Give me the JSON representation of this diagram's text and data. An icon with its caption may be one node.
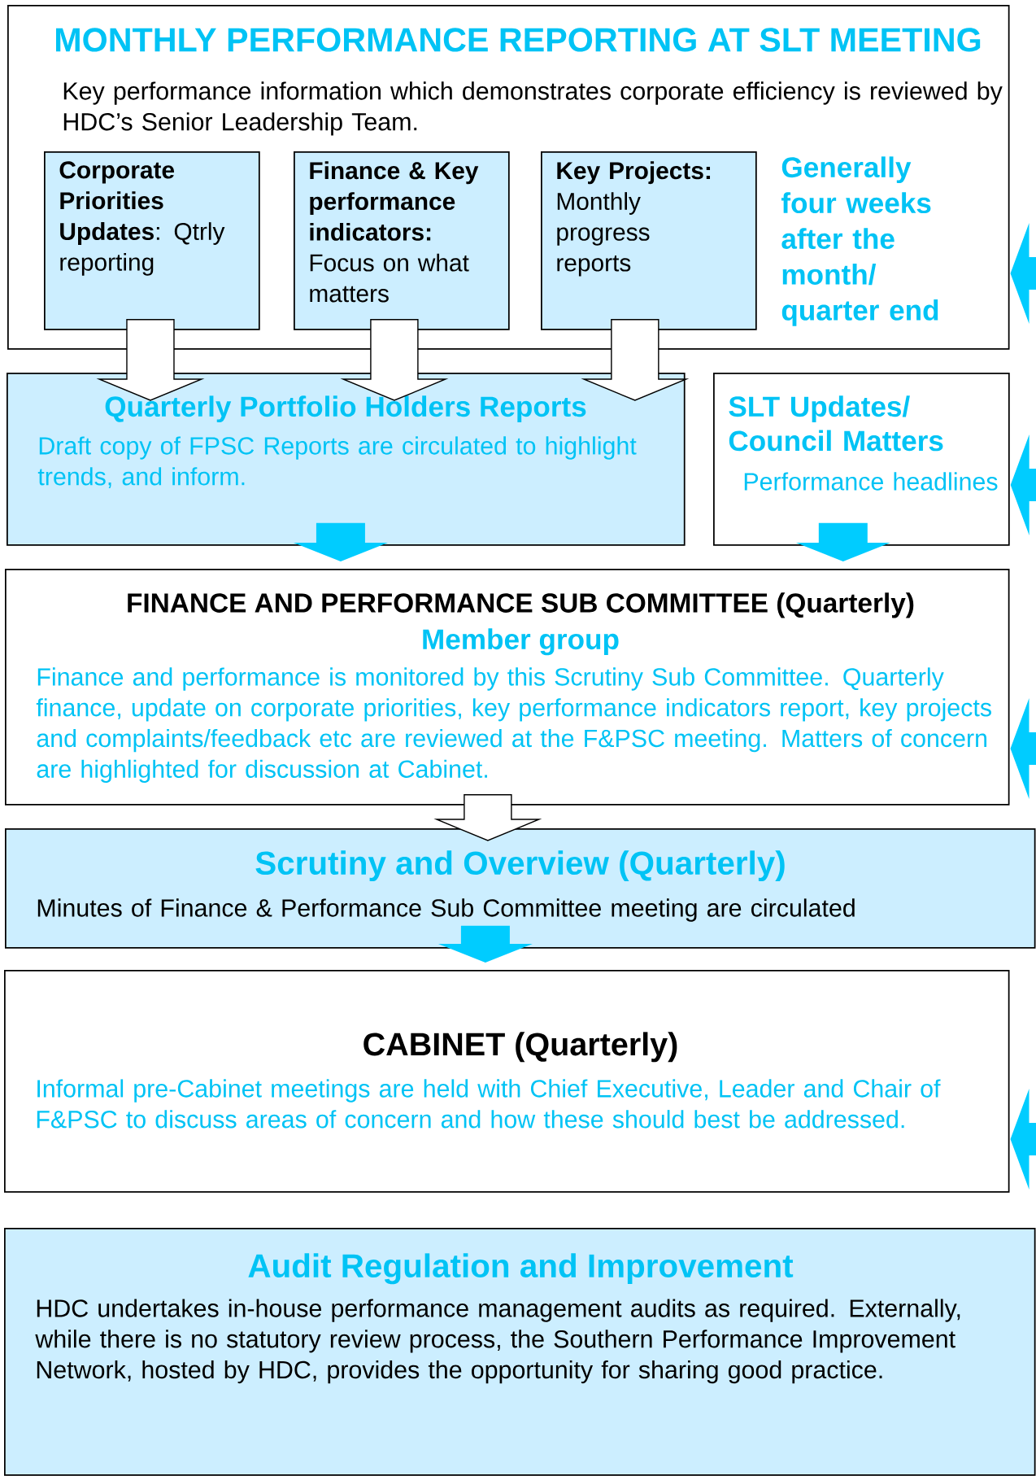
{
  "diagram": {
    "nodes": [
      {
        "text": [
          "MONTHLY PERFORMANCE REPORTING AT SLT MEETING",
          "Key performance information which demonstrates corporate efficiency is reviewed by HDC’s Senior Leadership Team.",
          "Generally four weeks after the month/ quarter end"
        ]
      },
      {
        "text": [
          "**Corporate Priorities Updates**: Qtrly reporting"
        ],
        "in": 0
      },
      {
        "text": [
          "**Finance & Key performance indicators:** Focus on what matters"
        ],
        "in": 0
      },
      {
        "text": [
          "**Key Projects:** Monthly progress reports"
        ],
        "in": 0
      },
      {
        "text": [
          "Quarterly Portfolio Holders Reports",
          "Draft copy of FPSC Reports are circulated to highlight trends, and inform."
        ]
      },
      {
        "text": [
          "SLT Updates/ Council Matters",
          "Performance headlines"
        ]
      },
      {
        "text": [
          "FINANCE AND PERFORMANCE SUB COMMITTEE (Quarterly)",
          "Member group",
          "Finance and performance is monitored by this Scrutiny Sub Committee. Quarterly finance, update on corporate priorities, key performance indicators report, key projects and complaints/feedback etc are reviewed at the F&PSC meeting. Matters of concern are highlighted for discussion at Cabinet."
        ]
      },
      {
        "text": [
          "Scrutiny and Overview (Quarterly)",
          "Minutes of Finance & Performance Sub Committee meeting are circulated"
        ]
      },
      {
        "text": [
          "CABINET (Quarterly)",
          "Informal pre-Cabinet meetings are held with Chief Executive, Leader and Chair of F&PSC to discuss areas of concern and how these should best be addressed."
        ]
      },
      {
        "text": [
          "Audit Regulation and Improvement",
          "HDC undertakes in-house performance management audits as required. Externally, while there is no statutory review process, the Southern Performance Improvement Network, hosted by HDC, provides the opportunity for sharing good practice."
        ]
      }
    ],
    "edges": [
      {
        "from": 1,
        "to": 4,
        "arrow": "to",
        "color": "#ffffff"
      },
      {
        "from": 2,
        "to": 4,
        "arrow": "to",
        "color": "#ffffff"
      },
      {
        "from": 3,
        "to": 4,
        "arrow": "to",
        "color": "#ffffff"
      },
      {
        "from": 4,
        "to": 6,
        "arrow": "to"
      },
      {
        "from": 5,
        "to": 6,
        "arrow": "to"
      },
      {
        "from": 6,
        "to": 7,
        "arrow": "to",
        "color": "#ffffff"
      },
      {
        "from": 7,
        "to": 8,
        "arrow": "to"
      },
      {
        "from": null,
        "to": 0,
        "arrow": "to"
      },
      {
        "from": null,
        "to": 5,
        "arrow": "to"
      },
      {
        "from": null,
        "to": 6,
        "arrow": "to"
      },
      {
        "from": null,
        "to": 8,
        "arrow": "to"
      }
    ]
  }
}
